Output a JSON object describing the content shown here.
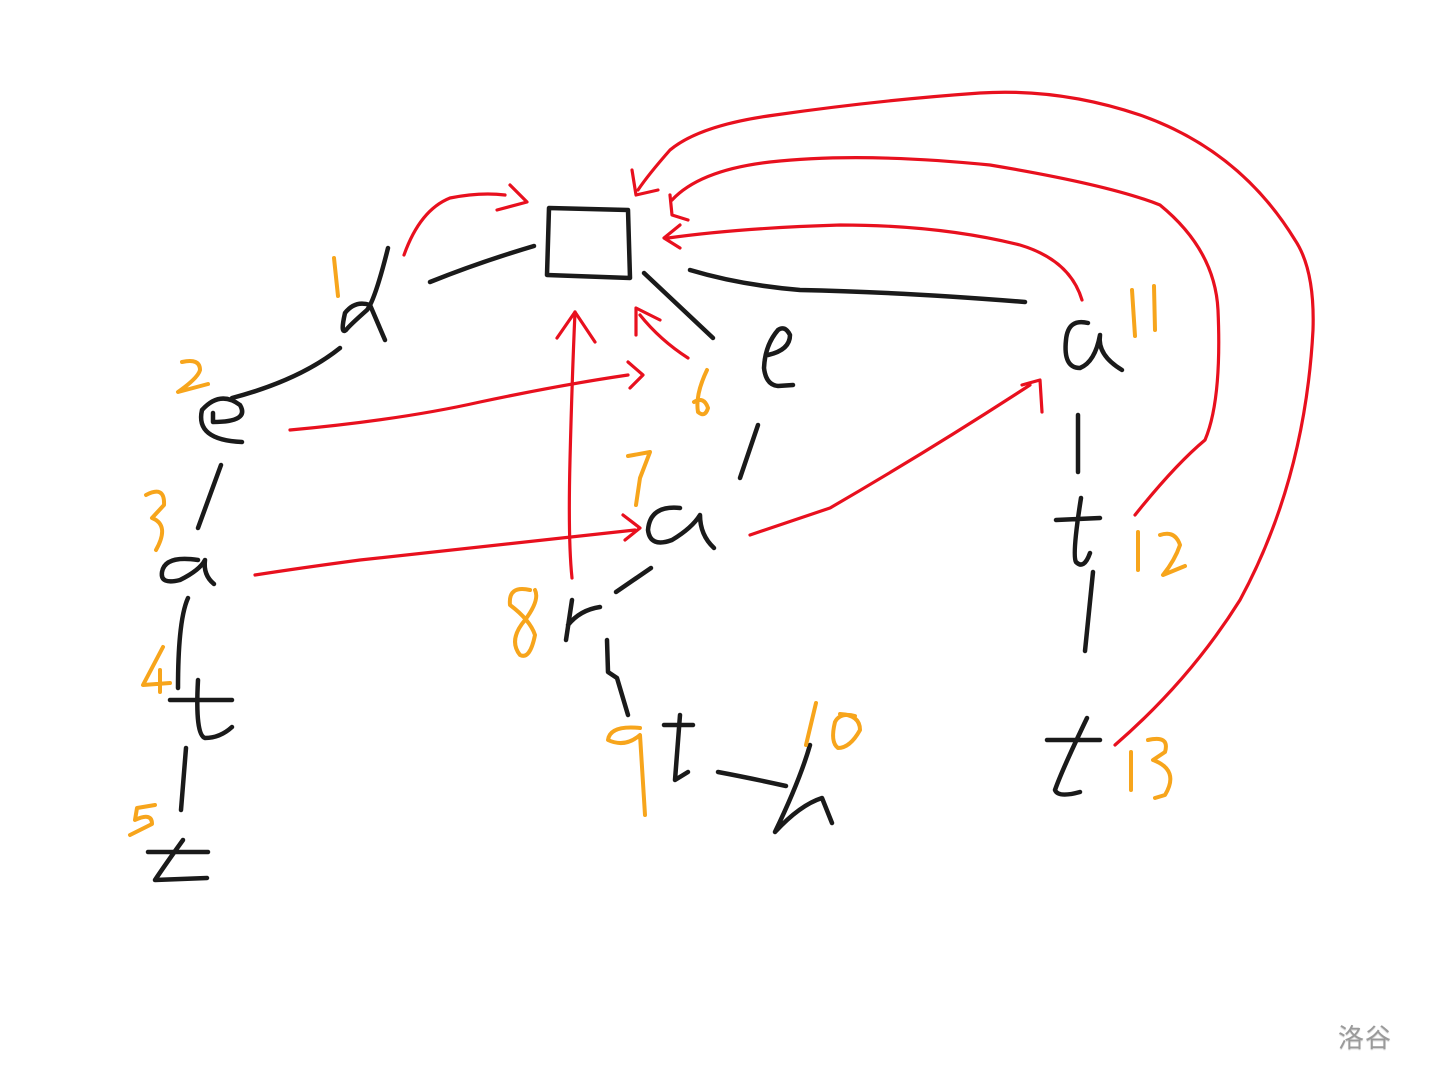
{
  "diagram": {
    "type": "trie-with-fail-links",
    "root": {
      "label": ""
    },
    "nodes": [
      {
        "id": 1,
        "char": "d"
      },
      {
        "id": 2,
        "char": "e"
      },
      {
        "id": 3,
        "char": "a"
      },
      {
        "id": 4,
        "char": "t"
      },
      {
        "id": 5,
        "char": "t"
      },
      {
        "id": 6,
        "char": "e"
      },
      {
        "id": 7,
        "char": "a"
      },
      {
        "id": 8,
        "char": "r"
      },
      {
        "id": 9,
        "char": "t"
      },
      {
        "id": 10,
        "char": "h"
      },
      {
        "id": 11,
        "char": "a"
      },
      {
        "id": 12,
        "char": "t"
      },
      {
        "id": 13,
        "char": "t"
      }
    ],
    "tree_edges": [
      [
        "root",
        1
      ],
      [
        1,
        2
      ],
      [
        2,
        3
      ],
      [
        3,
        4
      ],
      [
        4,
        5
      ],
      [
        "root",
        6
      ],
      [
        6,
        7
      ],
      [
        7,
        8
      ],
      [
        8,
        9
      ],
      [
        9,
        10
      ],
      [
        "root",
        11
      ],
      [
        11,
        12
      ],
      [
        12,
        13
      ]
    ],
    "fail_links": [
      [
        1,
        "root"
      ],
      [
        2,
        6
      ],
      [
        3,
        7
      ],
      [
        6,
        "root"
      ],
      [
        7,
        11
      ],
      [
        8,
        "root"
      ],
      [
        11,
        "root"
      ],
      [
        12,
        "root"
      ],
      [
        13,
        "root"
      ]
    ],
    "colors": {
      "tree": "#1a1a1a",
      "fail_link": "#e8101e",
      "index_label": "#f7a51c"
    }
  },
  "labels": {
    "n1": "1",
    "n2": "2",
    "n3": "3",
    "n4": "4",
    "n5": "5",
    "n6": "6",
    "n7": "7",
    "n8": "8",
    "n9": "9",
    "n10": "10",
    "n11": "11",
    "n12": "12",
    "n13": "13",
    "c1": "d",
    "c2": "e",
    "c3": "a",
    "c4": "t",
    "c5": "t",
    "c6": "e",
    "c7": "a",
    "c8": "r",
    "c9": "t",
    "c10": "h",
    "c11": "a",
    "c12": "t",
    "c13": "t"
  },
  "watermark": "洛谷"
}
